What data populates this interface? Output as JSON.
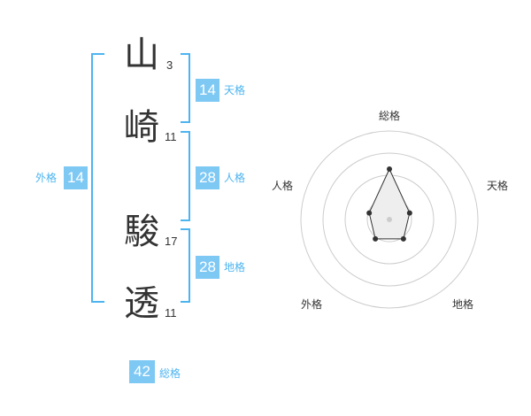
{
  "colors": {
    "accent": "#4db4f0",
    "badge_bg": "#7ec8f4",
    "text": "#333333",
    "grid": "#cccccc",
    "polygon_fill": "#eeeeee",
    "point": "#333333"
  },
  "name": {
    "surname": [
      {
        "char": "山",
        "strokes": "3"
      },
      {
        "char": "崎",
        "strokes": "11"
      }
    ],
    "given": [
      {
        "char": "駿",
        "strokes": "17"
      },
      {
        "char": "透",
        "strokes": "11"
      }
    ]
  },
  "fortunes": {
    "tenkaku": {
      "value": "14",
      "label": "天格"
    },
    "jinkaku": {
      "value": "28",
      "label": "人格"
    },
    "chikaku": {
      "value": "28",
      "label": "地格"
    },
    "gaikaku": {
      "value": "14",
      "label": "外格"
    },
    "soukaku": {
      "value": "42",
      "label": "総格"
    }
  },
  "chart_data": {
    "type": "radar",
    "axes": [
      "総格",
      "天格",
      "地格",
      "外格",
      "人格"
    ],
    "values": [
      0.57,
      0.24,
      0.27,
      0.27,
      0.24
    ],
    "range": [
      0,
      1
    ],
    "rings": 4
  }
}
